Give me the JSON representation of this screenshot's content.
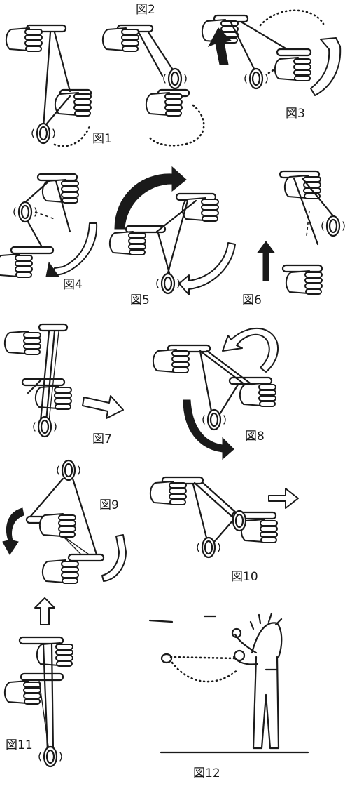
{
  "figures": [
    {
      "id": 1,
      "label": "図1"
    },
    {
      "id": 2,
      "label": "図2"
    },
    {
      "id": 3,
      "label": "図3"
    },
    {
      "id": 4,
      "label": "図4"
    },
    {
      "id": 5,
      "label": "図5"
    },
    {
      "id": 6,
      "label": "図6"
    },
    {
      "id": 7,
      "label": "図7"
    },
    {
      "id": 8,
      "label": "図8"
    },
    {
      "id": 9,
      "label": "図9"
    },
    {
      "id": 10,
      "label": "図10"
    },
    {
      "id": 11,
      "label": "図11"
    },
    {
      "id": 12,
      "label": "図12"
    }
  ],
  "colors": {
    "ink": "#1a1a1a",
    "background": "#ffffff"
  }
}
